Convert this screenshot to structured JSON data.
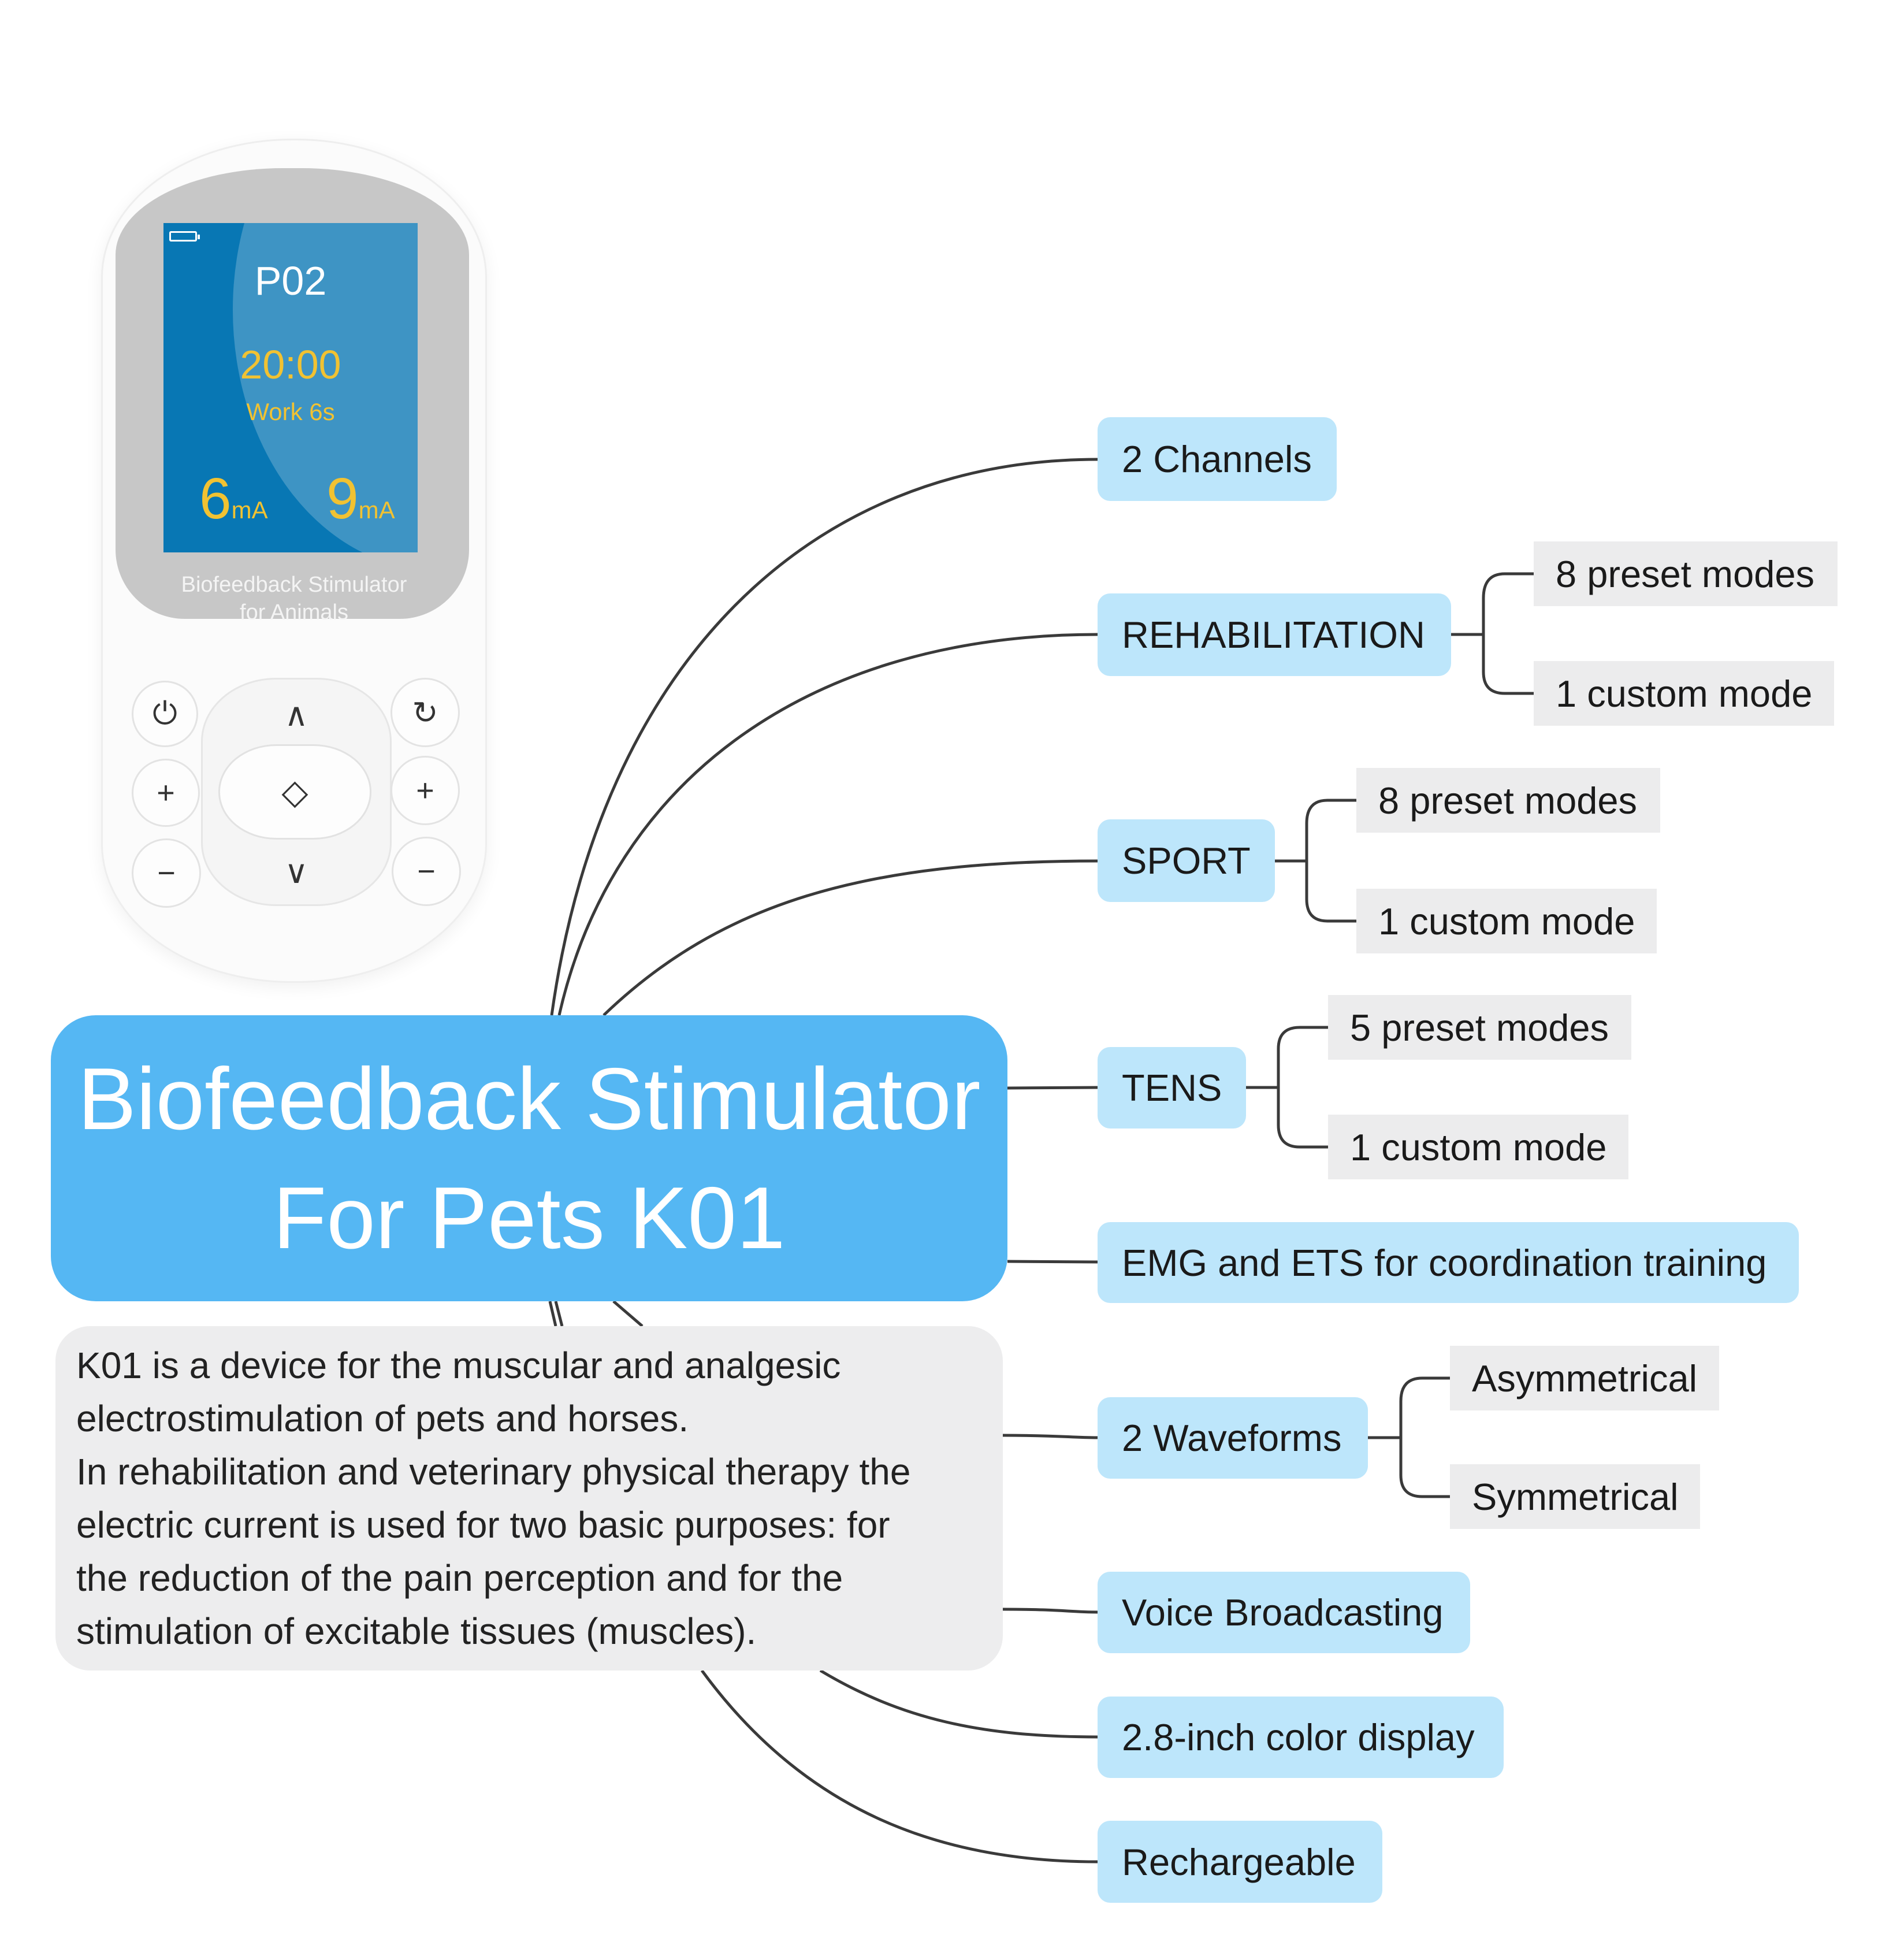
{
  "central_topic": {
    "line1": "Biofeedback Stimulator",
    "line2": "For Pets K01"
  },
  "description": "K01 is a device for the muscular and analgesic\nelectrostimulation of pets and horses.\nIn rehabilitation and veterinary physical therapy the\nelectric current is used for two basic purposes: for\nthe reduction of the pain perception and for the\nstimulation of excitable tissues (muscles).",
  "device": {
    "program": "P02",
    "time": "20:00",
    "work": "Work 6s",
    "channel1_value": "6",
    "channel2_value": "9",
    "unit": "mA",
    "label_line1": "Biofeedback Stimulator",
    "label_line2": "for Animals",
    "buttons": {
      "power": "⏻",
      "cycle": "↻",
      "plus": "+",
      "minus": "−",
      "up": "∧",
      "down": "∨",
      "ok": "◇"
    }
  },
  "topics": {
    "channels": "2 Channels",
    "rehabilitation": {
      "label": "REHABILITATION",
      "children": [
        "8 preset modes",
        "1 custom mode"
      ]
    },
    "sport": {
      "label": "SPORT",
      "children": [
        "8 preset modes",
        "1 custom mode"
      ]
    },
    "tens": {
      "label": "TENS",
      "children": [
        "5 preset modes",
        "1 custom mode"
      ]
    },
    "emg": "EMG and ETS for coordination training",
    "waveforms": {
      "label": "2 Waveforms",
      "children": [
        "Asymmetrical",
        "Symmetrical"
      ]
    },
    "voice": "Voice Broadcasting",
    "display": "2.8-inch color display",
    "rechargeable": "Rechargeable"
  },
  "colors": {
    "central": "#55b7f3",
    "topic": "#bde6fb",
    "subtopic": "#ececed",
    "note": "#ededee",
    "connector": "#3a3a3a",
    "screen": "#0877b4",
    "lcd_accent": "#f1c232"
  }
}
